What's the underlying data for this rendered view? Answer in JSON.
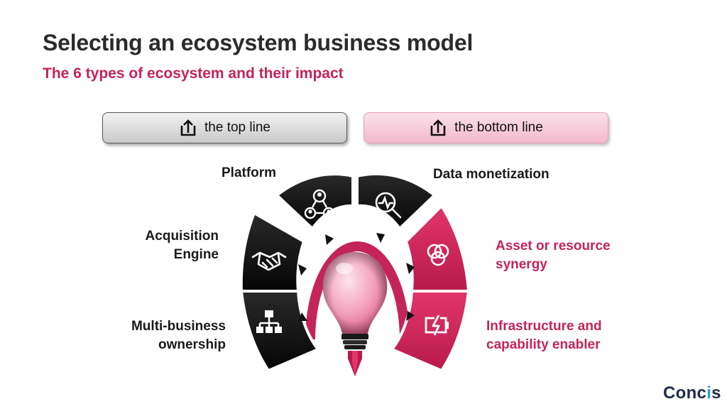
{
  "title": "Selecting an ecosystem business model",
  "subtitle": "The 6 types of ecosystem and their impact",
  "top_line_label": "the top line",
  "bottom_line_label": "the bottom line",
  "segments": {
    "platform": "Platform",
    "data_monetization": "Data monetization",
    "acquisition_line1": "Acquisition",
    "acquisition_line2": "Engine",
    "asset_line1": "Asset or resource",
    "asset_line2": "synergy",
    "multi_line1": "Multi-business",
    "multi_line2": "ownership",
    "infra_line1": "Infrastructure and",
    "infra_line2": "capability enabler"
  },
  "logo": {
    "prefix": "Conc",
    "accent": "i",
    "suffix": "s"
  },
  "colors": {
    "accent": "#c4245a",
    "dark": "#111111",
    "pink_segment": "#d6245c"
  }
}
